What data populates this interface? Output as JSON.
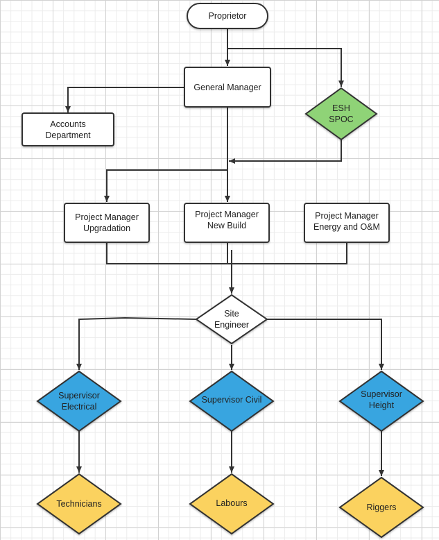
{
  "colors": {
    "stroke": "#333333",
    "box_fill": "#ffffff",
    "safety": "#8fd377",
    "supervisor": "#38a5e0",
    "crew": "#fbd25f"
  },
  "nodes": {
    "proprietor": "Proprietor",
    "general_manager": "General Manager",
    "accounts_department": "Accounts\nDepartment",
    "esh_spoc": "ESH\nSPOC",
    "pm_upgradation": "Project Manager\nUpgradation",
    "pm_new_build": "Project Manager\nNew Build",
    "pm_energy": "Project Manager\nEnergy and O&M",
    "site_engineer": "Site\nEngineer",
    "supervisor_electrical": "Supervisor\nElectrical",
    "supervisor_civil": "Supervisor Civil",
    "supervisor_height": "Supervisor\nHeight",
    "technicians": "Technicians",
    "labours": "Labours",
    "riggers": "Riggers"
  }
}
